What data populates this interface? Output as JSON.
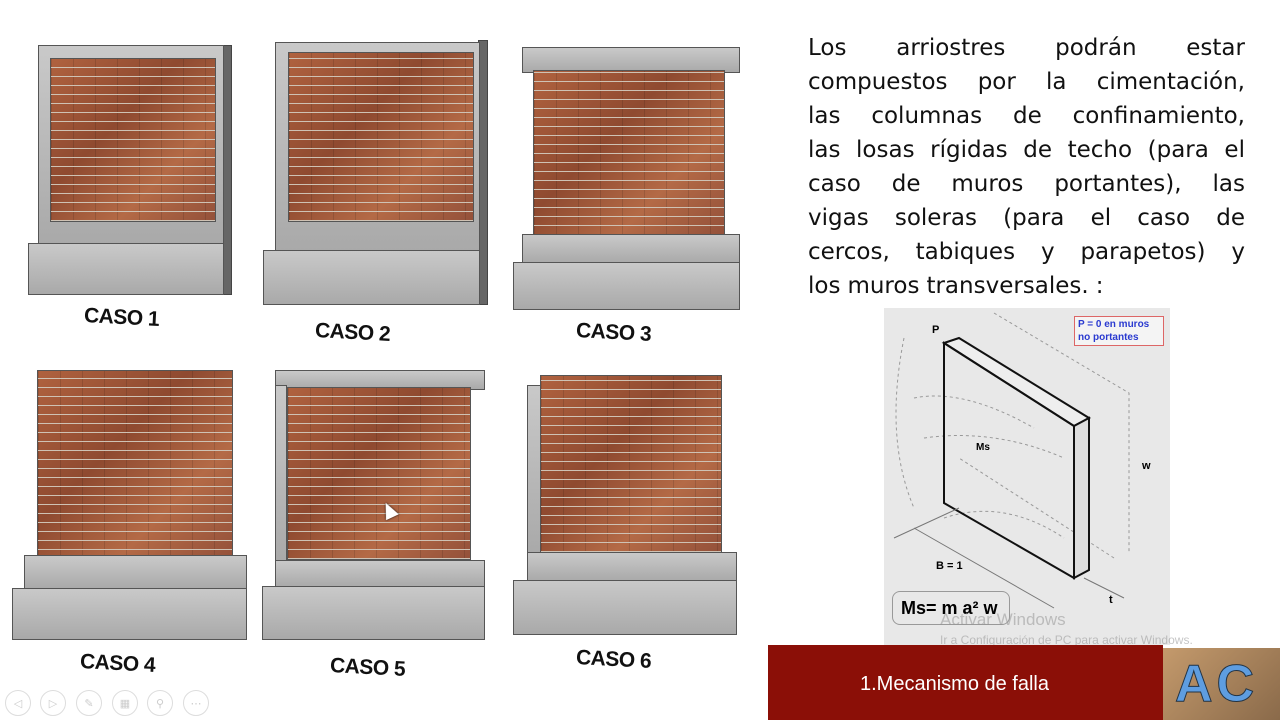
{
  "cases": [
    "CASO 1",
    "CASO 2",
    "CASO 3",
    "CASO 4",
    "CASO 5",
    "CASO 6"
  ],
  "paragraph_lines": [
    "Los arriostres podrán estar",
    "compuestos por la cimentación,",
    "las columnas de confinamiento,",
    "las losas rígidas de techo (para el",
    "caso de muros portantes), las",
    "vigas soleras (para el caso de",
    "cercos, tabiques y parapetos) y",
    "los muros transversales. :"
  ],
  "diagram": {
    "p_label": "P",
    "note": "P = 0 en muros no portantes",
    "ms_label": "Ms",
    "w_label": "w",
    "b_label": "B = 1",
    "t_label": "t",
    "formula": "Ms= m a² w"
  },
  "watermark": {
    "line1": "Activar Windows",
    "line2": "Ir a Configuración de PC para activar Windows."
  },
  "footer": {
    "title": "1.Mecanismo de falla",
    "bg": "#8b0f07",
    "logo": "AC"
  },
  "nav": [
    "prev-icon",
    "next-icon",
    "pen-icon",
    "slides-icon",
    "zoom-icon",
    "more-icon"
  ]
}
